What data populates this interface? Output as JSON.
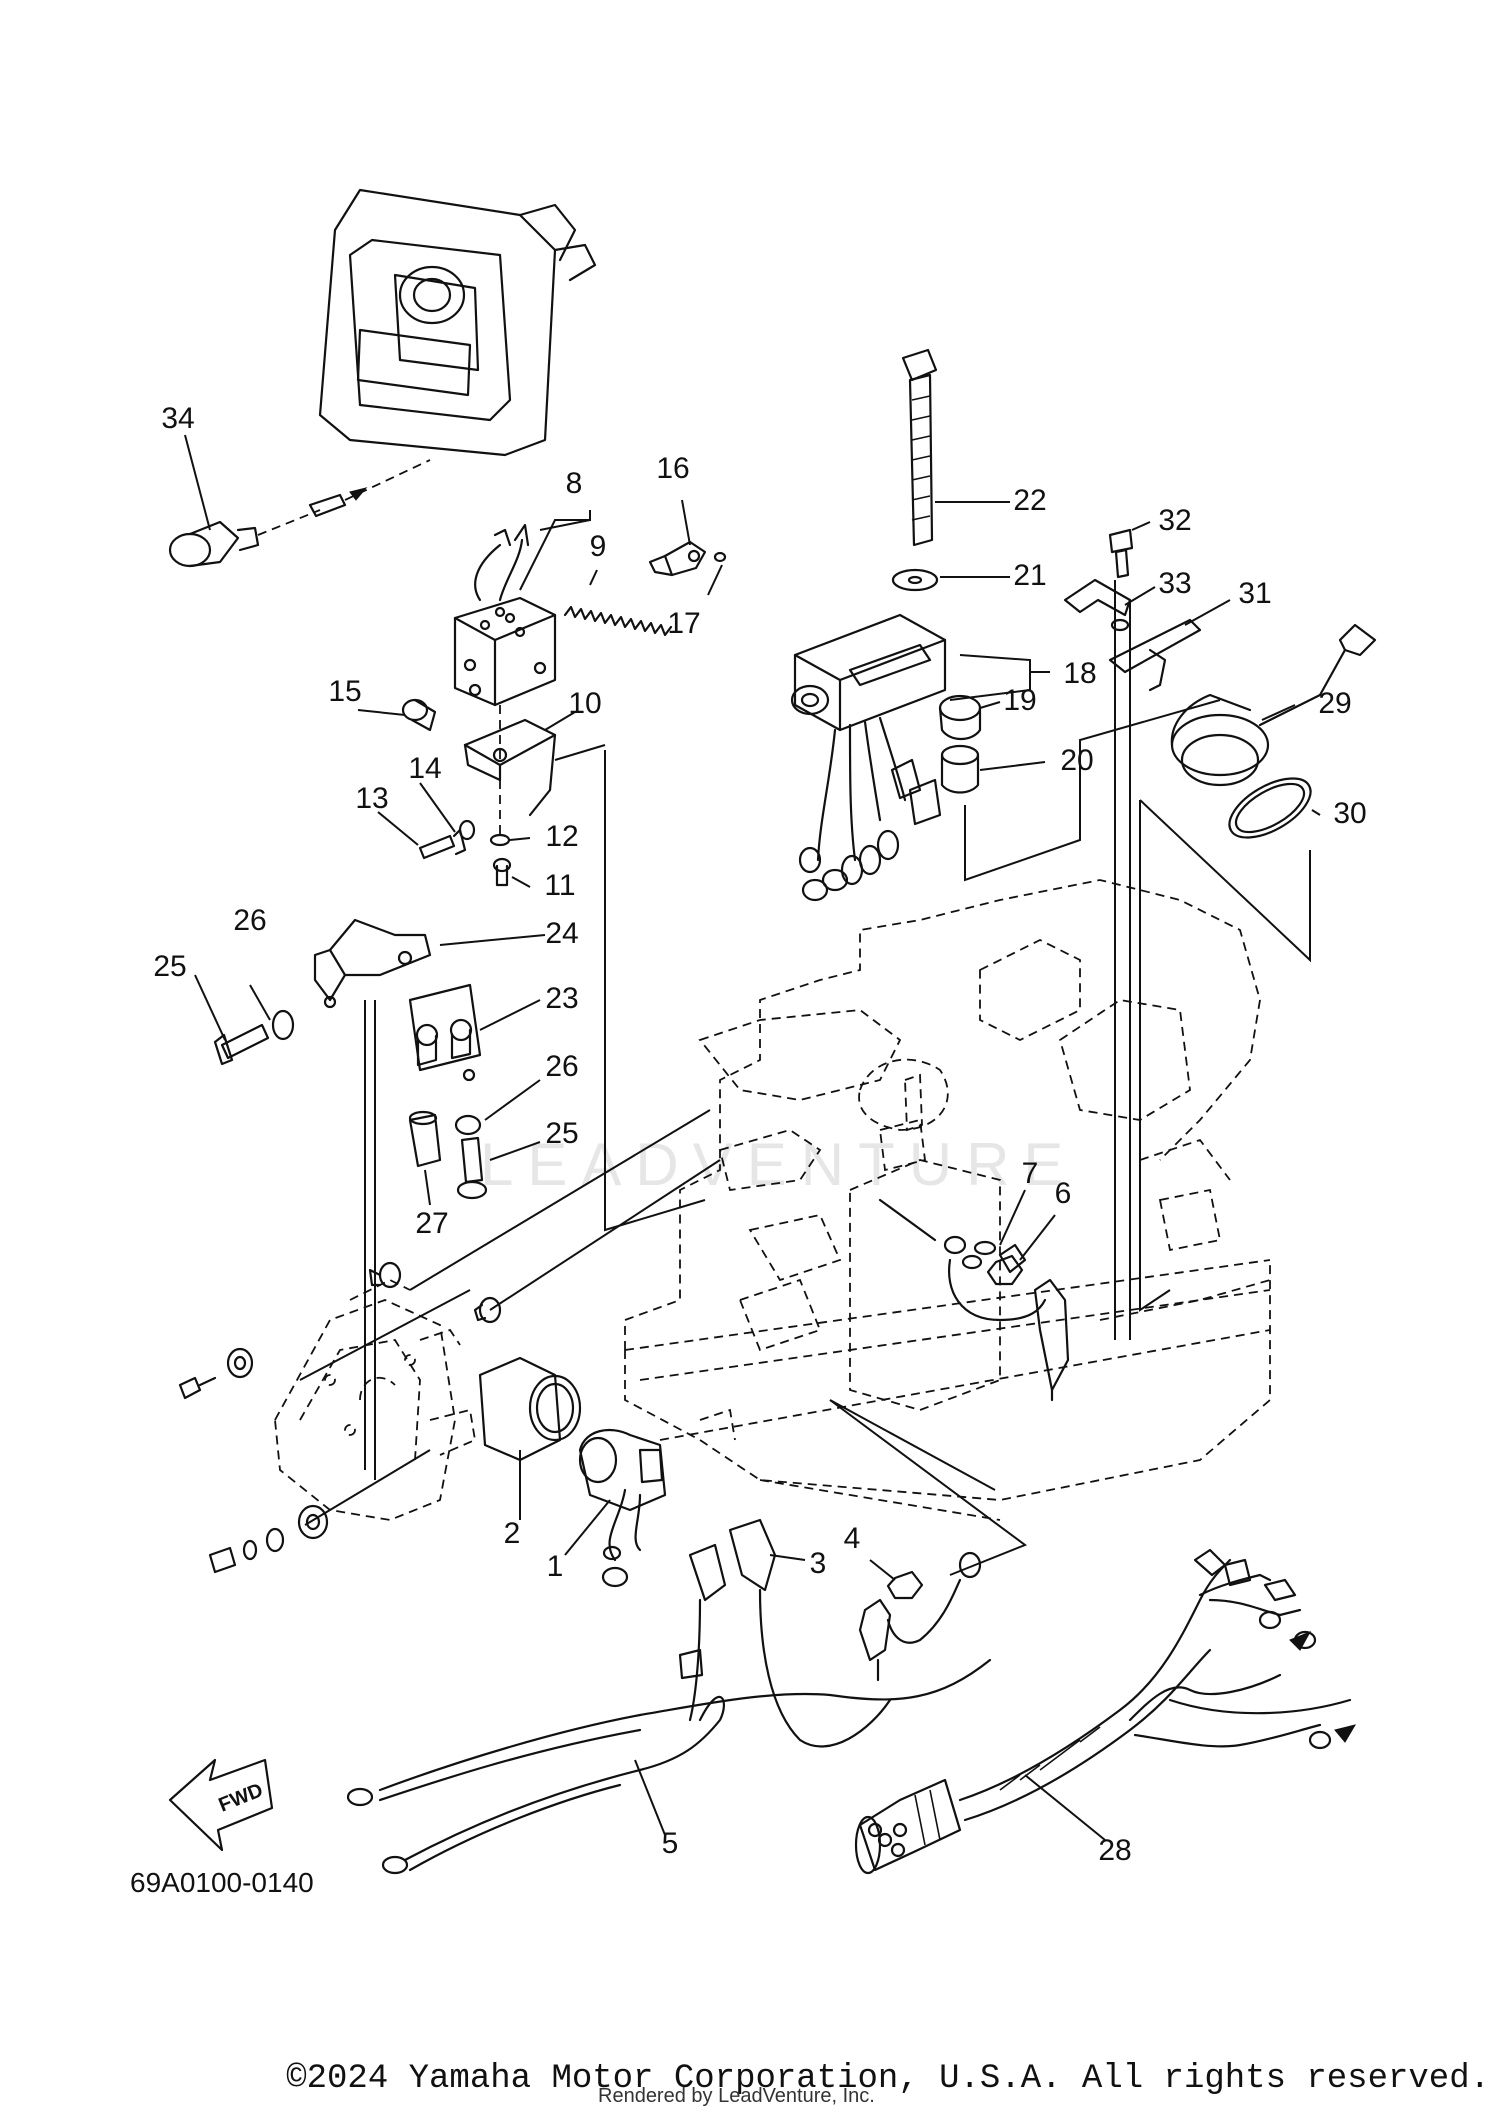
{
  "diagram_code": "69A0100-0140",
  "direction_label": "FWD",
  "watermark_text": "LEADVENTURE",
  "copyright": "©2024 Yamaha Motor Corporation, U.S.A. All rights reserved.",
  "rendered_by": "Rendered by LeadVenture, Inc.",
  "callouts": [
    {
      "id": "c1",
      "label": "1"
    },
    {
      "id": "c2",
      "label": "2"
    },
    {
      "id": "c3",
      "label": "3"
    },
    {
      "id": "c4",
      "label": "4"
    },
    {
      "id": "c5",
      "label": "5"
    },
    {
      "id": "c6",
      "label": "6"
    },
    {
      "id": "c7",
      "label": "7"
    },
    {
      "id": "c8",
      "label": "8"
    },
    {
      "id": "c9",
      "label": "9"
    },
    {
      "id": "c10",
      "label": "10"
    },
    {
      "id": "c11",
      "label": "11"
    },
    {
      "id": "c12",
      "label": "12"
    },
    {
      "id": "c13",
      "label": "13"
    },
    {
      "id": "c14",
      "label": "14"
    },
    {
      "id": "c15",
      "label": "15"
    },
    {
      "id": "c16",
      "label": "16"
    },
    {
      "id": "c17",
      "label": "17"
    },
    {
      "id": "c18",
      "label": "18"
    },
    {
      "id": "c19",
      "label": "19"
    },
    {
      "id": "c20",
      "label": "20"
    },
    {
      "id": "c21",
      "label": "21"
    },
    {
      "id": "c22",
      "label": "22"
    },
    {
      "id": "c23",
      "label": "23"
    },
    {
      "id": "c24",
      "label": "24"
    },
    {
      "id": "c25a",
      "label": "25"
    },
    {
      "id": "c25b",
      "label": "25"
    },
    {
      "id": "c26a",
      "label": "26"
    },
    {
      "id": "c26b",
      "label": "26"
    },
    {
      "id": "c27",
      "label": "27"
    },
    {
      "id": "c28",
      "label": "28"
    },
    {
      "id": "c29",
      "label": "29"
    },
    {
      "id": "c30",
      "label": "30"
    },
    {
      "id": "c31",
      "label": "31"
    },
    {
      "id": "c32",
      "label": "32"
    },
    {
      "id": "c33",
      "label": "33"
    },
    {
      "id": "c34",
      "label": "34"
    }
  ]
}
